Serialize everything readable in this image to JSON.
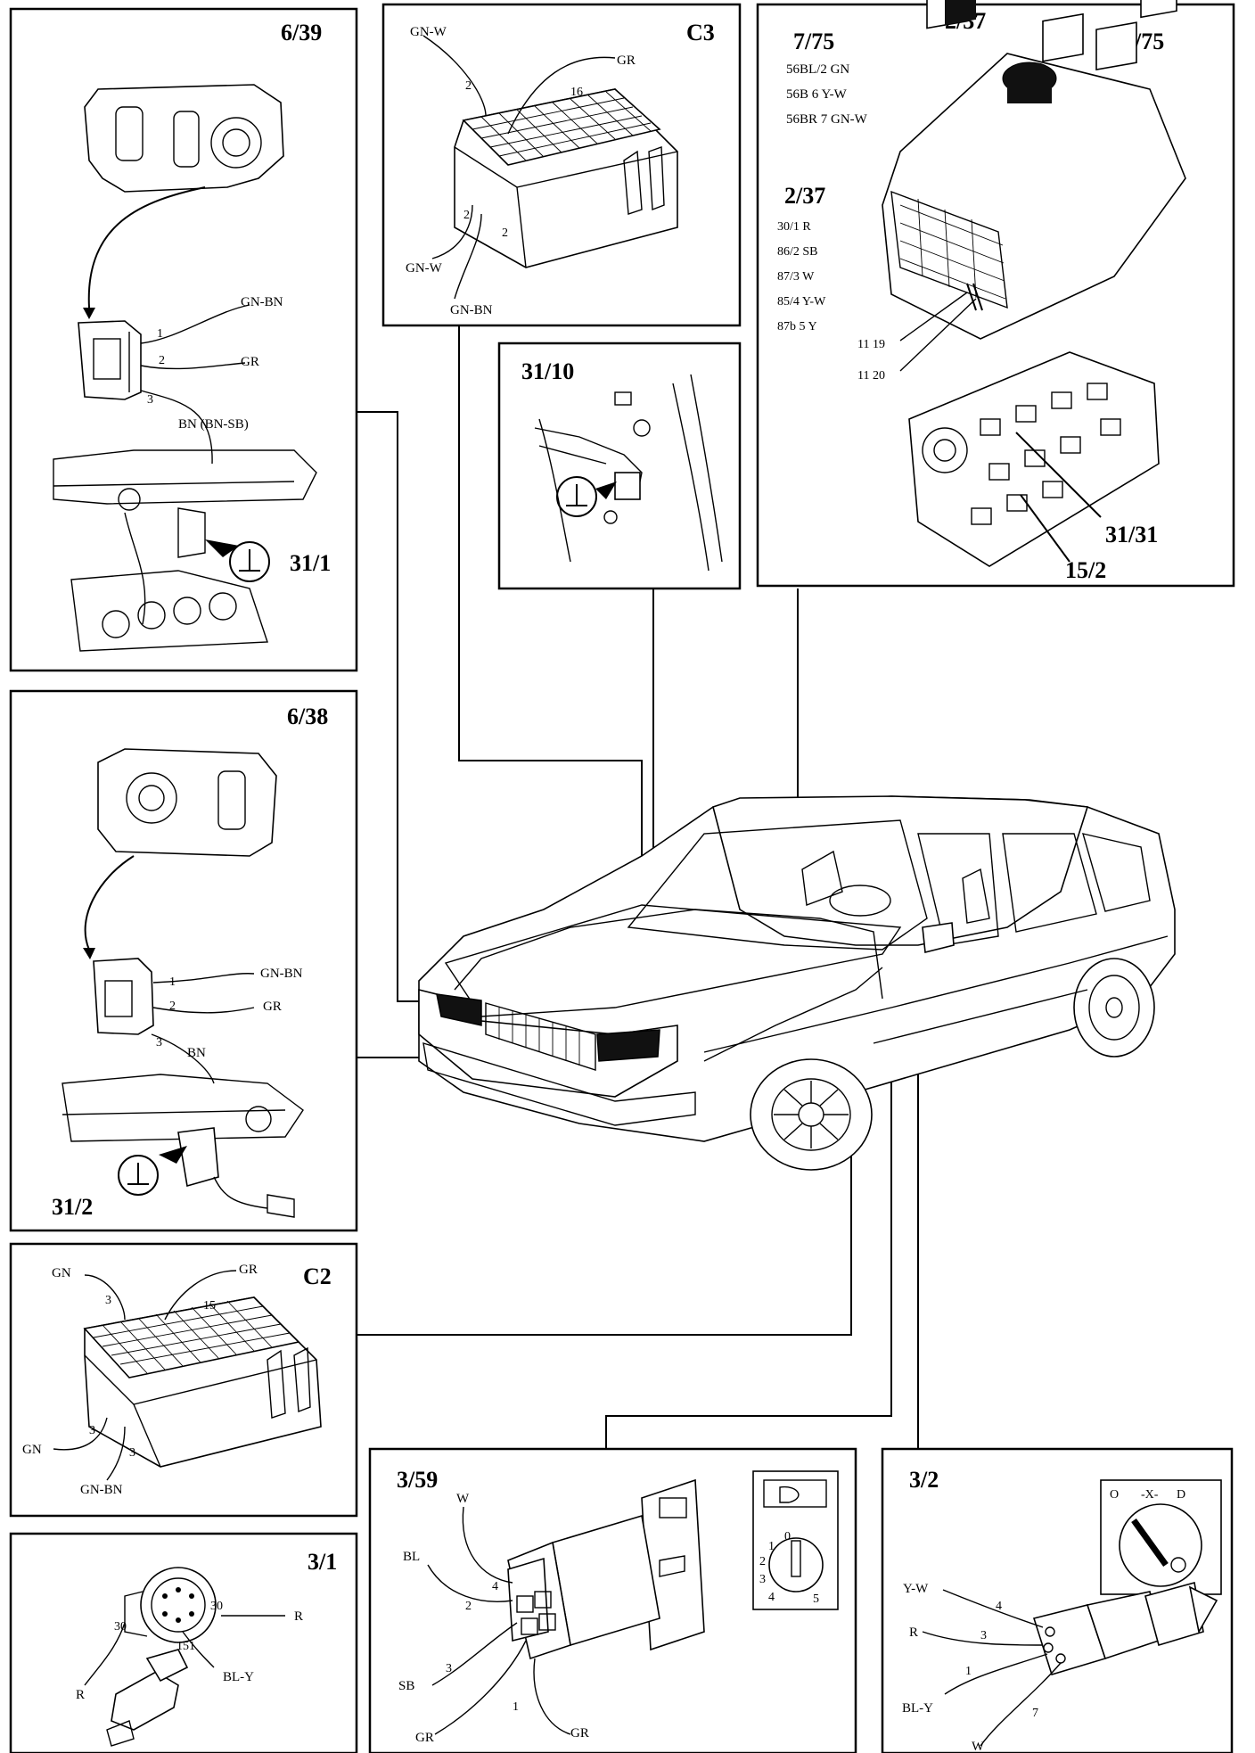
{
  "panels": {
    "p639": {
      "title": "6/39",
      "ground": "31/1",
      "wires": [
        "GN-BN",
        "GR",
        "BN (BN-SB)"
      ],
      "pins": [
        "1",
        "2",
        "3"
      ]
    },
    "pC3": {
      "title": "C3",
      "wires": [
        "GN-W",
        "GR",
        "GN-W",
        "GN-BN"
      ],
      "pins": [
        "2",
        "16",
        "2",
        "2"
      ]
    },
    "p3110": {
      "title": "31/10"
    },
    "p775": {
      "title_left": "7/75",
      "title_mid": "2/37",
      "title_right": "7/75",
      "list775": [
        "56BL/2 GN",
        "56B 6 Y-W",
        "56BR 7 GN-W"
      ],
      "sub237": "2/37",
      "list237": [
        "30/1 R",
        "86/2 SB",
        "87/3 W",
        "85/4 Y-W",
        "87b 5 Y"
      ],
      "fuses": [
        "11 19",
        "11 20"
      ],
      "ground": "31/31",
      "relay": "15/2"
    },
    "p638": {
      "title": "6/38",
      "ground": "31/2",
      "wires": [
        "GN-BN",
        "GR",
        "BN"
      ],
      "pins": [
        "1",
        "2",
        "3"
      ]
    },
    "pC2": {
      "title": "C2",
      "wires": [
        "GN",
        "GR",
        "GN",
        "GN-BN"
      ],
      "pins": [
        "3",
        "15",
        "3",
        "3"
      ]
    },
    "p31": {
      "title": "3/1",
      "wires": [
        "R",
        "R",
        "BL-Y"
      ],
      "pins": [
        "30",
        "30",
        "151"
      ]
    },
    "p359": {
      "title": "3/59",
      "wires": [
        "W",
        "BL",
        "SB",
        "GR",
        "GR"
      ],
      "pins": [
        "4",
        "2",
        "3",
        "1"
      ],
      "dial": [
        "0",
        "1",
        "2",
        "3",
        "4",
        "5"
      ]
    },
    "p32": {
      "title": "3/2",
      "wires": [
        "Y-W",
        "R",
        "BL-Y",
        "W"
      ],
      "pins": [
        "4",
        "3",
        "1",
        "7"
      ],
      "switch_symbols": [
        "O",
        "-X-",
        "D"
      ]
    }
  }
}
